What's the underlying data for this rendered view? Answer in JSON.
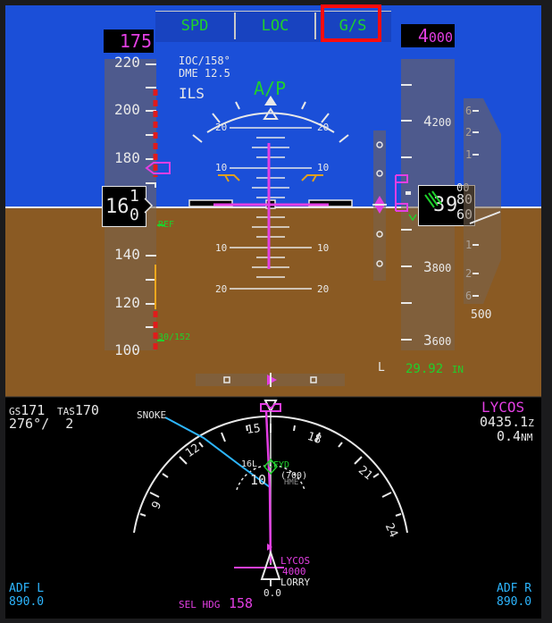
{
  "fma": {
    "speed_mode": "SPD",
    "lateral_mode": "LOC",
    "vertical_mode": "G/S"
  },
  "autopilot": "A/P",
  "selected_speed": "175",
  "selected_altitude": {
    "big": "4",
    "small": "000"
  },
  "approach_info": {
    "line1": "IOC/158°",
    "line2": "DME 12.5",
    "line3": "ILS"
  },
  "airspeed": {
    "current_main": "16",
    "current_top": "1",
    "current_bottom": "0",
    "ticks": [
      "220",
      "200",
      "180",
      "140",
      "120",
      "100"
    ],
    "ref_label": "REF",
    "flaps_label": "30/152"
  },
  "pitch_labels": [
    "20",
    "20",
    "10",
    "10",
    "10",
    "10",
    "20",
    "20"
  ],
  "altitude": {
    "ticks_big": [
      "4",
      "3",
      "3"
    ],
    "ticks_small": [
      "200",
      "800",
      "600"
    ],
    "current_big": "3",
    "current_mid": "9",
    "current_top": "80",
    "current_bottom": "60",
    "current_upper": "00"
  },
  "vsi": {
    "ticks_up": [
      "6",
      "2",
      "1"
    ],
    "ticks_down": [
      "1",
      "2",
      "6"
    ],
    "readout": "500"
  },
  "baro": {
    "prefix": "L",
    "value": "29.92",
    "unit": "IN"
  },
  "nd": {
    "gs_label": "GS",
    "gs": "171",
    "tas_label": "TAS",
    "tas": "170",
    "wind": "276°/  2",
    "waypoint": "LYCOS",
    "eta": "0435.1",
    "eta_suffix": "Z",
    "distance": "0.4",
    "distance_unit": "NM",
    "compass": [
      "15",
      "18",
      "21",
      "24",
      "12",
      "9"
    ],
    "fixes": {
      "snoke": "SNOKE",
      "cfyd": "CFYD",
      "alt700": "(700)",
      "rwy": "16L",
      "hme": "HME",
      "lycos": "LYCOS",
      "lycos_alt": "4000",
      "lorry": "LORRY",
      "ten": "10"
    },
    "range_value": "0.0",
    "adf_l": {
      "label": "ADF L",
      "freq": "890.0"
    },
    "adf_r": {
      "label": "ADF R",
      "freq": "890.0"
    },
    "sel_hdg_label": "SEL HDG",
    "sel_hdg": "158"
  },
  "colors": {
    "sky": "#1b4fd8",
    "ground": "#8a5a23",
    "green": "#1fd02c",
    "magenta": "#e33fe3",
    "cyan": "#2db6ff",
    "highlight": "#ff0c0c"
  }
}
